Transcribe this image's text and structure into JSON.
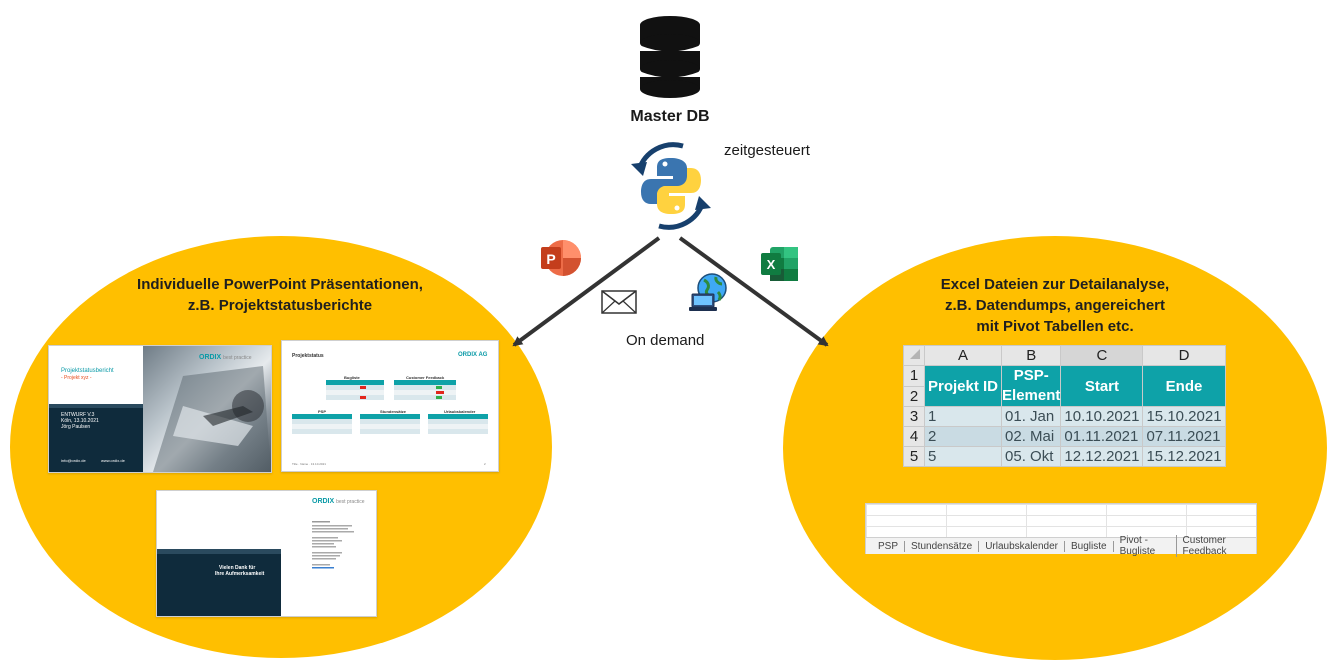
{
  "top": {
    "db_label": "Master DB",
    "schedule_label": "zeitgesteuert",
    "on_demand_label": "On demand"
  },
  "left": {
    "title_line1": "Individuelle PowerPoint Präsentationen,",
    "title_line2": "z.B. Projektstatusberichte",
    "slide1": {
      "brand": "ORDIX",
      "brand_sub": "best practice",
      "title": "Projektstatusbericht",
      "subtitle": "- Projekt xyz -",
      "line1": "ENTWURF V.3",
      "line2": "Köln, 13.10.2021",
      "line3": "Jörg Paulsen",
      "footer_left": "info@ordix.de",
      "footer_right": "www.ordix.de"
    },
    "slide2": {
      "title": "Projektstatus",
      "brand": "ORDIX AG",
      "table1": "Bugliste",
      "table2": "Customer Feedback",
      "table3": "PSP",
      "table4": "Stundensätze",
      "table5": "Urlaubskalender",
      "footer": "Title · Name · 13.10.2021",
      "page": "2"
    },
    "slide3": {
      "brand": "ORDIX",
      "brand_sub": "best practice",
      "thanks_line1": "Vielen Dank für",
      "thanks_line2": "Ihre Aufmerksamkeit"
    }
  },
  "right": {
    "title_line1": "Excel Dateien zur Detailanalyse,",
    "title_line2": "z.B. Datendumps, angereichert",
    "title_line3": "mit Pivot Tabellen etc.",
    "excel": {
      "columns": [
        "A",
        "B",
        "C",
        "D"
      ],
      "rows": [
        "1",
        "2",
        "3",
        "4",
        "5"
      ],
      "headers": [
        "Projekt ID",
        "PSP-Element",
        "Start",
        "Ende"
      ],
      "data": [
        [
          "1",
          "01. Jan",
          "10.10.2021",
          "15.10.2021"
        ],
        [
          "2",
          "02. Mai",
          "01.11.2021",
          "07.11.2021"
        ],
        [
          "5",
          "05. Okt",
          "12.12.2021",
          "15.12.2021"
        ]
      ]
    },
    "sheet_tabs": [
      "PSP",
      "Stundensätze",
      "Urlaubskalender",
      "Bugliste",
      "Pivot - Bugliste",
      "Customer Feedback"
    ]
  },
  "icons": {
    "database": "database-icon",
    "python": "python-icon",
    "powerpoint": "powerpoint-icon",
    "excel": "excel-icon",
    "email": "envelope-icon",
    "web": "globe-laptop-icon"
  },
  "colors": {
    "ellipse": "#ffbf00",
    "teal": "#0ea2a8",
    "navy": "#0f2b3c"
  }
}
